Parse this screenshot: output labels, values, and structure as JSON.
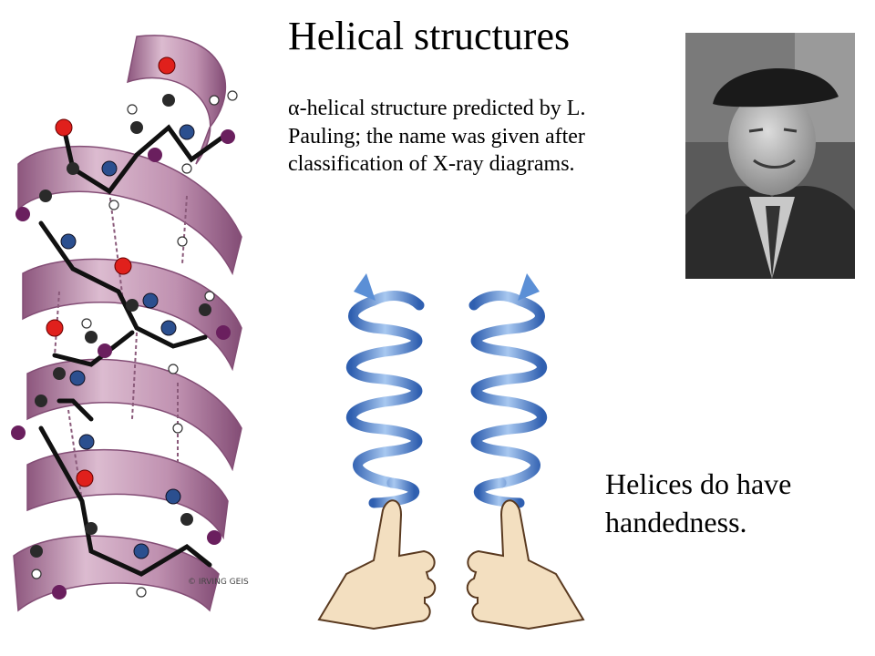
{
  "slide": {
    "title": "Helical structures",
    "description": "α-helical structure predicted by L. Pauling; the name was given after classification of X-ray diagrams.",
    "caption": "Helices do have handedness.",
    "credit": "© IRVING GEIS"
  },
  "figures": {
    "helix_model": "alpha-helix-ball-and-stick-illustration",
    "portrait": "photo-portrait",
    "hands": "thumbs-up-hands-illustration",
    "coils": [
      "left-handed-helix-arrow",
      "right-handed-helix-arrow"
    ]
  },
  "colors": {
    "ribbon": "#c89ab8",
    "ribbon_dark": "#8e4a78",
    "oxygen": "#e0201c",
    "nitrogen": "#2b4f8f",
    "carbon": "#222222",
    "side_chain": "#6a1f5e",
    "coil": "#5b8fd6"
  }
}
